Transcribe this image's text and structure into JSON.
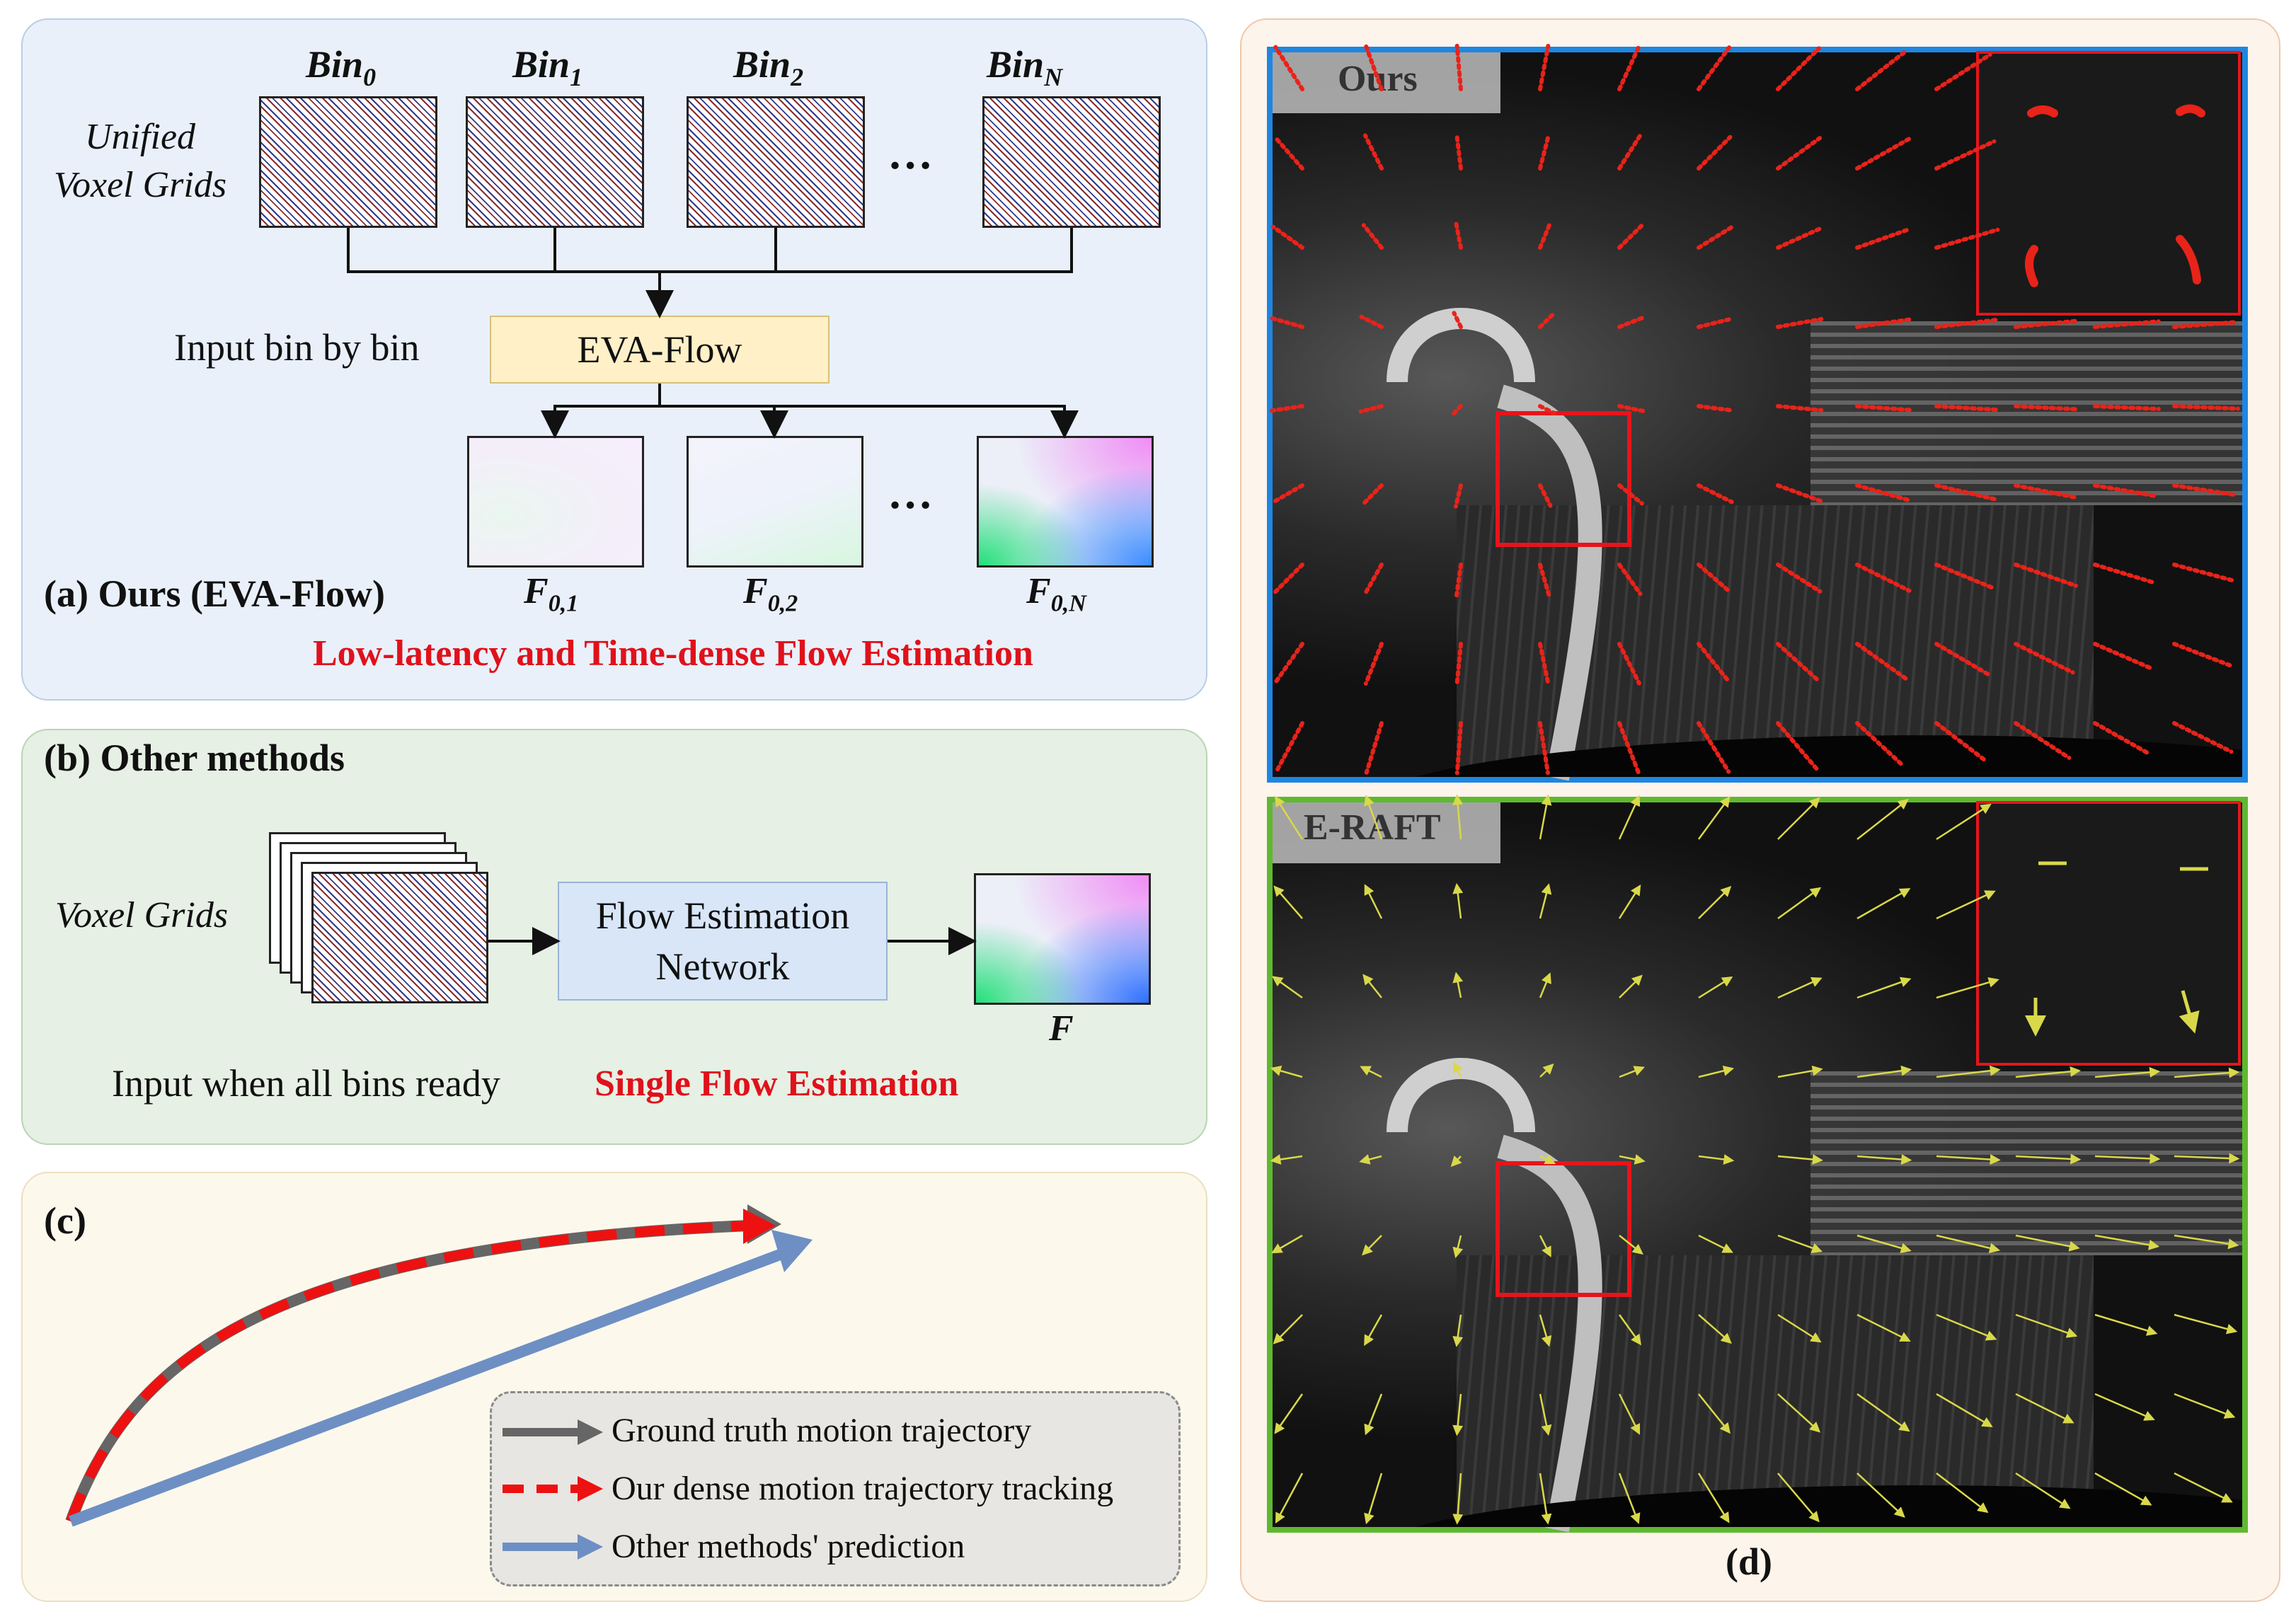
{
  "panel_a": {
    "bins": [
      "Bin",
      "Bin",
      "Bin",
      "Bin"
    ],
    "bin_subs": [
      "0",
      "1",
      "2",
      "N"
    ],
    "voxel_label_line1": "Unified",
    "voxel_label_line2": "Voxel Grids",
    "ellipsis": "…",
    "input_label": "Input bin by bin",
    "model_name": "EVA-Flow",
    "flow_labels": [
      "F",
      "F",
      "F"
    ],
    "flow_subs": [
      "0,1",
      "0,2",
      "0,N"
    ],
    "title": "(a) Ours (EVA-Flow)",
    "caption": "Low-latency and Time-dense Flow Estimation"
  },
  "panel_b": {
    "title": "(b) Other methods",
    "voxel_label": "Voxel Grids",
    "network_line1": "Flow Estimation",
    "network_line2": "Network",
    "output_label": "F",
    "input_label": "Input when all bins ready",
    "caption": "Single Flow Estimation"
  },
  "panel_c": {
    "title": "(c)",
    "legend": [
      {
        "label": "Ground truth motion trajectory",
        "color": "#666666",
        "style": "solid"
      },
      {
        "label": "Our dense motion trajectory tracking",
        "color": "#ee1111",
        "style": "dashed"
      },
      {
        "label": "Other methods' prediction",
        "color": "#6d8fc4",
        "style": "solid"
      }
    ]
  },
  "panel_d": {
    "top_label": "Ours",
    "bottom_label": "E-RAFT",
    "caption": "(d)",
    "colors": {
      "ours_border": "#1f86e0",
      "eraft_border": "#5fb830",
      "highlight": "#e8141b",
      "ours_flow": "#e8231a",
      "eraft_flow": "#d9d84a"
    }
  },
  "colors": {
    "panel_a_bg": "#e9f0fa",
    "panel_b_bg": "#e6f0e4",
    "panel_c_bg": "#fdf8ec",
    "panel_d_bg": "#fdf4ec",
    "eva_box": "#fff0c8",
    "net_box": "#d8e6f8"
  }
}
